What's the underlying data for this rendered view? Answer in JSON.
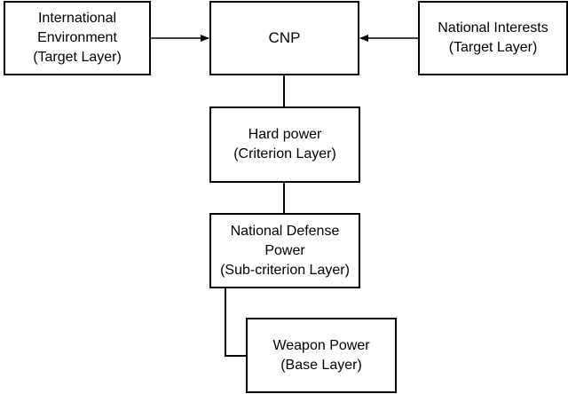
{
  "nodes": {
    "international_environment": {
      "line1": "International",
      "line2": "Environment",
      "line3": "(Target Layer)"
    },
    "cnp": {
      "label": "CNP"
    },
    "national_interests": {
      "line1": "National Interests",
      "line2": "(Target Layer)"
    },
    "hard_power": {
      "line1": "Hard power",
      "line2": "(Criterion Layer)"
    },
    "national_defense_power": {
      "line1": "National Defense",
      "line2": "Power",
      "line3": "(Sub-criterion Layer)"
    },
    "weapon_power": {
      "line1": "Weapon Power",
      "line2": "(Base Layer)"
    }
  },
  "colors": {
    "border": "#000000",
    "background": "#ffffff",
    "text": "#000000"
  }
}
